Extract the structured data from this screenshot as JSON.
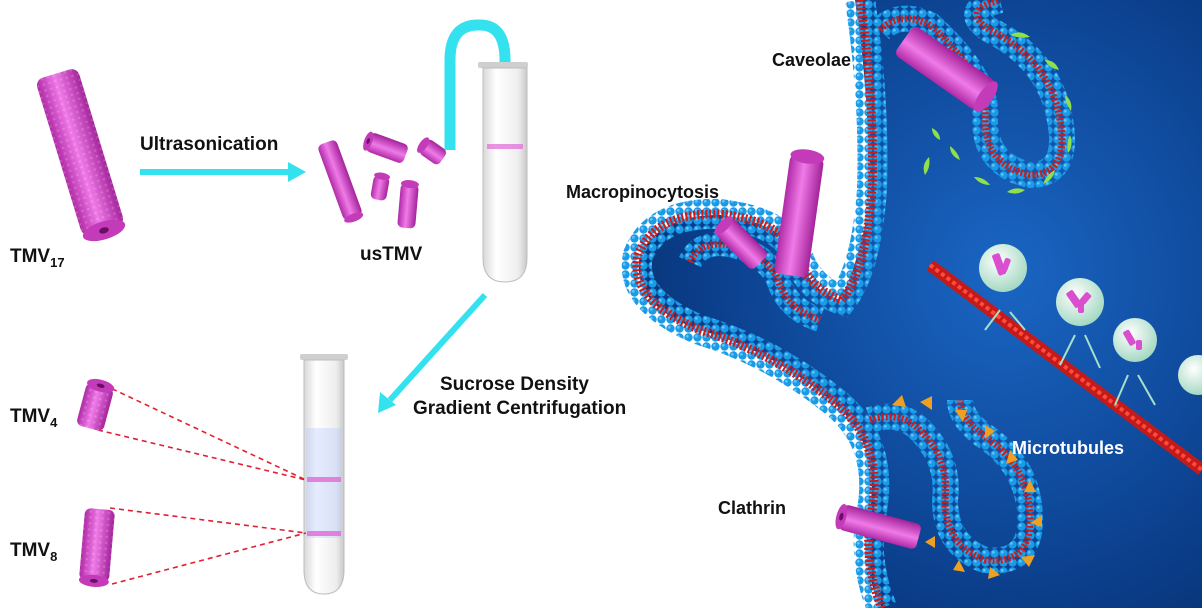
{
  "labels": {
    "tmv17_main": "TMV",
    "tmv17_sub": "17",
    "ultrasonication": "Ultrasonication",
    "ustmv": "usTMV",
    "sucrose_line1": "Sucrose Density",
    "sucrose_line2": "Gradient Centrifugation",
    "tmv4_main": "TMV",
    "tmv4_sub": "4",
    "tmv8_main": "TMV",
    "tmv8_sub": "8",
    "caveolae": "Caveolae",
    "macropinocytosis": "Macropinocytosis",
    "microtubules": "Microtubules",
    "clathrin": "Clathrin"
  },
  "colors": {
    "rod": "#d94fd0",
    "rod_dark": "#b02aa6",
    "arrow": "#33e2ee",
    "cell": "#0b3f8c",
    "membrane": "#1a9be8",
    "lipid_tail": "#c41a1a",
    "caveolin": "#8fe04a",
    "clathrin": "#f0a020",
    "dashed_line": "#e02030",
    "vesicle": "#d6f2e0"
  },
  "icons": {
    "rod": "tmv-rod-icon",
    "tube": "test-tube-icon"
  }
}
